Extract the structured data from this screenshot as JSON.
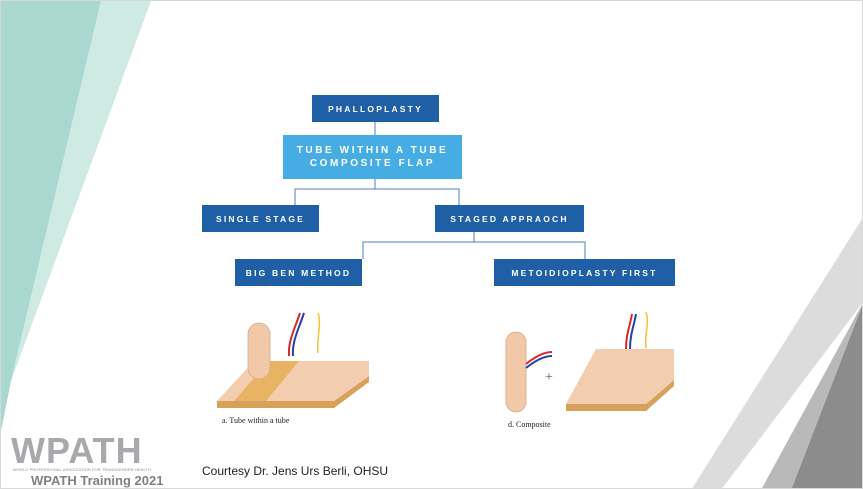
{
  "flowchart": {
    "root": "PHALLOPLASTY",
    "technique": "TUBE WITHIN A TUBE COMPOSITE FLAP",
    "branch_left": "SINGLE STAGE",
    "branch_right": "STAGED APPRAOCH",
    "sub_left": "BIG BEN METHOD",
    "sub_right": "METOIDIOPLASTY FIRST"
  },
  "figures": {
    "left_caption": "a. Tube within a tube",
    "right_caption": "d. Composite",
    "plus_sign": "+"
  },
  "footer": {
    "logo_word": "WPATH",
    "logo_tagline": "WORLD PROFESSIONAL ASSOCIATION FOR TRANSGENDER HEALTH",
    "training": "WPATH Training 2021",
    "credit": "Courtesy Dr. Jens Urs Berli, OHSU"
  },
  "colors": {
    "dark_box": "#1f5fa6",
    "light_box": "#45ade4",
    "teal_decor": "#a8d8cf",
    "gray_decor": "#8c8c8c",
    "connector": "#4a7fc0"
  }
}
